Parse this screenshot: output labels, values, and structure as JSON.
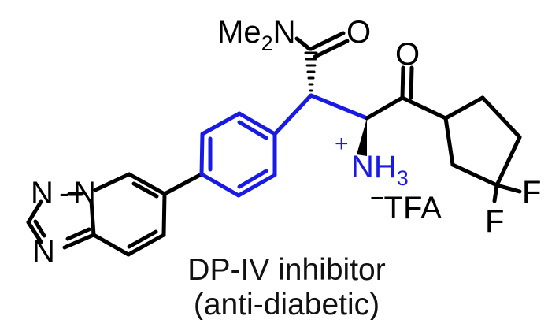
{
  "colors": {
    "black": "#000000",
    "highlight": "#1a1ae6"
  },
  "labels": {
    "me2n_main": "Me",
    "me2n_sub": "2",
    "me2n_n": "N",
    "amide_o": "O",
    "ketone_o": "O",
    "ammonium_charge": "+",
    "ammonium_nh": "NH",
    "ammonium_sub": "3",
    "counterion_charge": "−",
    "counterion": "TFA",
    "fluorine_1": "F",
    "fluorine_2": "F",
    "triazole_n1": "N",
    "triazole_n2": "N",
    "triazole_n3": "N",
    "triazole_hyphen": "-"
  },
  "caption": {
    "line1": "DP-IV inhibitor",
    "line2": "(anti-diabetic)"
  }
}
